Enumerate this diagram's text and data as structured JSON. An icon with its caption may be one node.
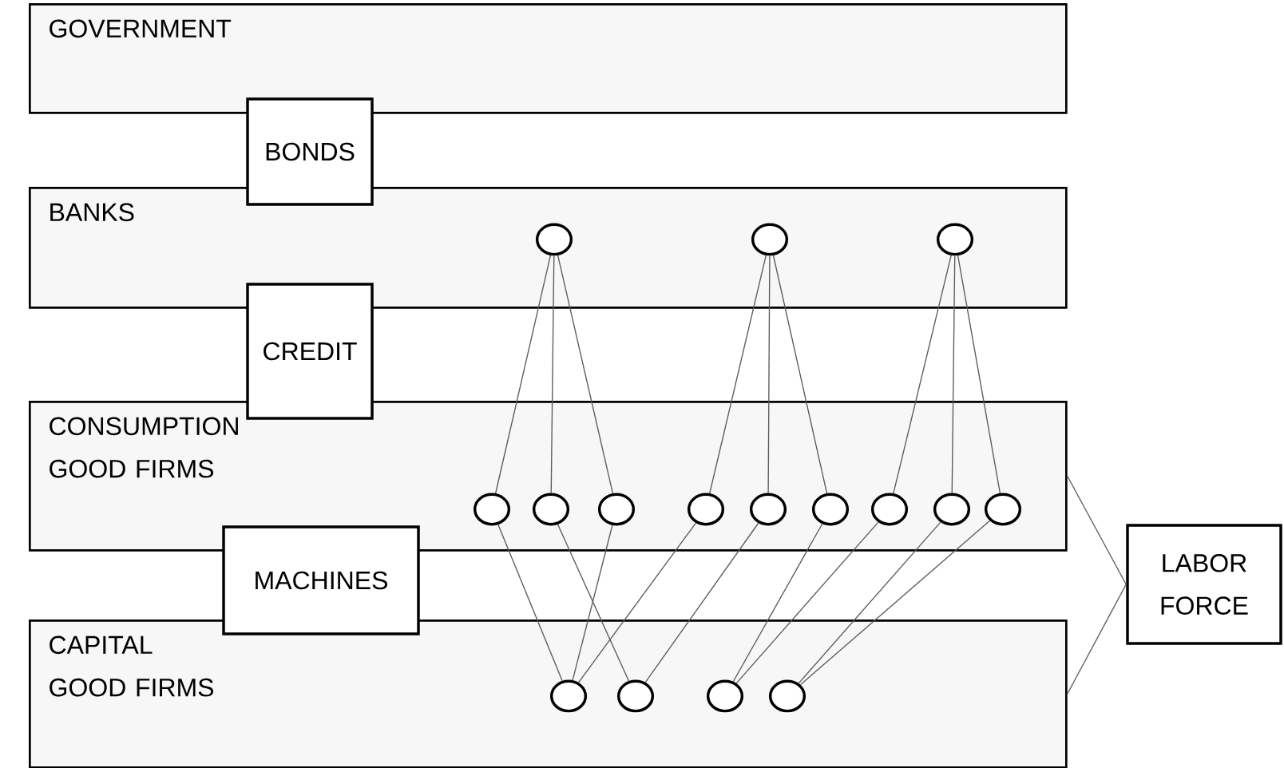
{
  "diagram": {
    "nodes": [
      {
        "text": [
          "GOVERNMENT"
        ]
      },
      {
        "text": [
          "BONDS"
        ]
      },
      {
        "text": [
          "BANKS"
        ]
      },
      {
        "text": [
          "CREDIT"
        ]
      },
      {
        "text": [
          "CONSUMPTION GOOD FIRMS"
        ]
      },
      {
        "text": [
          "MACHINES"
        ]
      },
      {
        "text": [
          "CAPITAL GOOD FIRMS"
        ]
      },
      {
        "text": [
          "LABOR FORCE"
        ]
      },
      {
        "text": [],
        "shape": "circle",
        "in": 2
      },
      {
        "text": [],
        "shape": "circle",
        "in": 2
      },
      {
        "text": [],
        "shape": "circle",
        "in": 2
      },
      {
        "text": [],
        "shape": "circle",
        "in": 4
      },
      {
        "text": [],
        "shape": "circle",
        "in": 4
      },
      {
        "text": [],
        "shape": "circle",
        "in": 4
      },
      {
        "text": [],
        "shape": "circle",
        "in": 4
      },
      {
        "text": [],
        "shape": "circle",
        "in": 4
      },
      {
        "text": [],
        "shape": "circle",
        "in": 4
      },
      {
        "text": [],
        "shape": "circle",
        "in": 4
      },
      {
        "text": [],
        "shape": "circle",
        "in": 4
      },
      {
        "text": [],
        "shape": "circle",
        "in": 4
      },
      {
        "text": [],
        "shape": "circle",
        "in": 6
      },
      {
        "text": [],
        "shape": "circle",
        "in": 6
      },
      {
        "text": [],
        "shape": "circle",
        "in": 6
      },
      {
        "text": [],
        "shape": "circle",
        "in": 6
      }
    ],
    "edges": [
      {
        "from": 8,
        "to": 11,
        "arrow": "none"
      },
      {
        "from": 8,
        "to": 12,
        "arrow": "none"
      },
      {
        "from": 8,
        "to": 13,
        "arrow": "none"
      },
      {
        "from": 9,
        "to": 14,
        "arrow": "none"
      },
      {
        "from": 9,
        "to": 15,
        "arrow": "none"
      },
      {
        "from": 9,
        "to": 16,
        "arrow": "none"
      },
      {
        "from": 10,
        "to": 17,
        "arrow": "none"
      },
      {
        "from": 10,
        "to": 18,
        "arrow": "none"
      },
      {
        "from": 10,
        "to": 19,
        "arrow": "none"
      },
      {
        "from": 11,
        "to": 20,
        "arrow": "none"
      },
      {
        "from": 12,
        "to": 21,
        "arrow": "none"
      },
      {
        "from": 13,
        "to": 20,
        "arrow": "none"
      },
      {
        "from": 14,
        "to": 20,
        "arrow": "none"
      },
      {
        "from": 15,
        "to": 21,
        "arrow": "none"
      },
      {
        "from": 16,
        "to": 22,
        "arrow": "none"
      },
      {
        "from": 17,
        "to": 22,
        "arrow": "none"
      },
      {
        "from": 18,
        "to": 23,
        "arrow": "none"
      },
      {
        "from": 19,
        "to": 23,
        "arrow": "none"
      },
      {
        "from": 4,
        "to": 7,
        "arrow": "none"
      },
      {
        "from": 6,
        "to": 7,
        "arrow": "none"
      }
    ]
  }
}
